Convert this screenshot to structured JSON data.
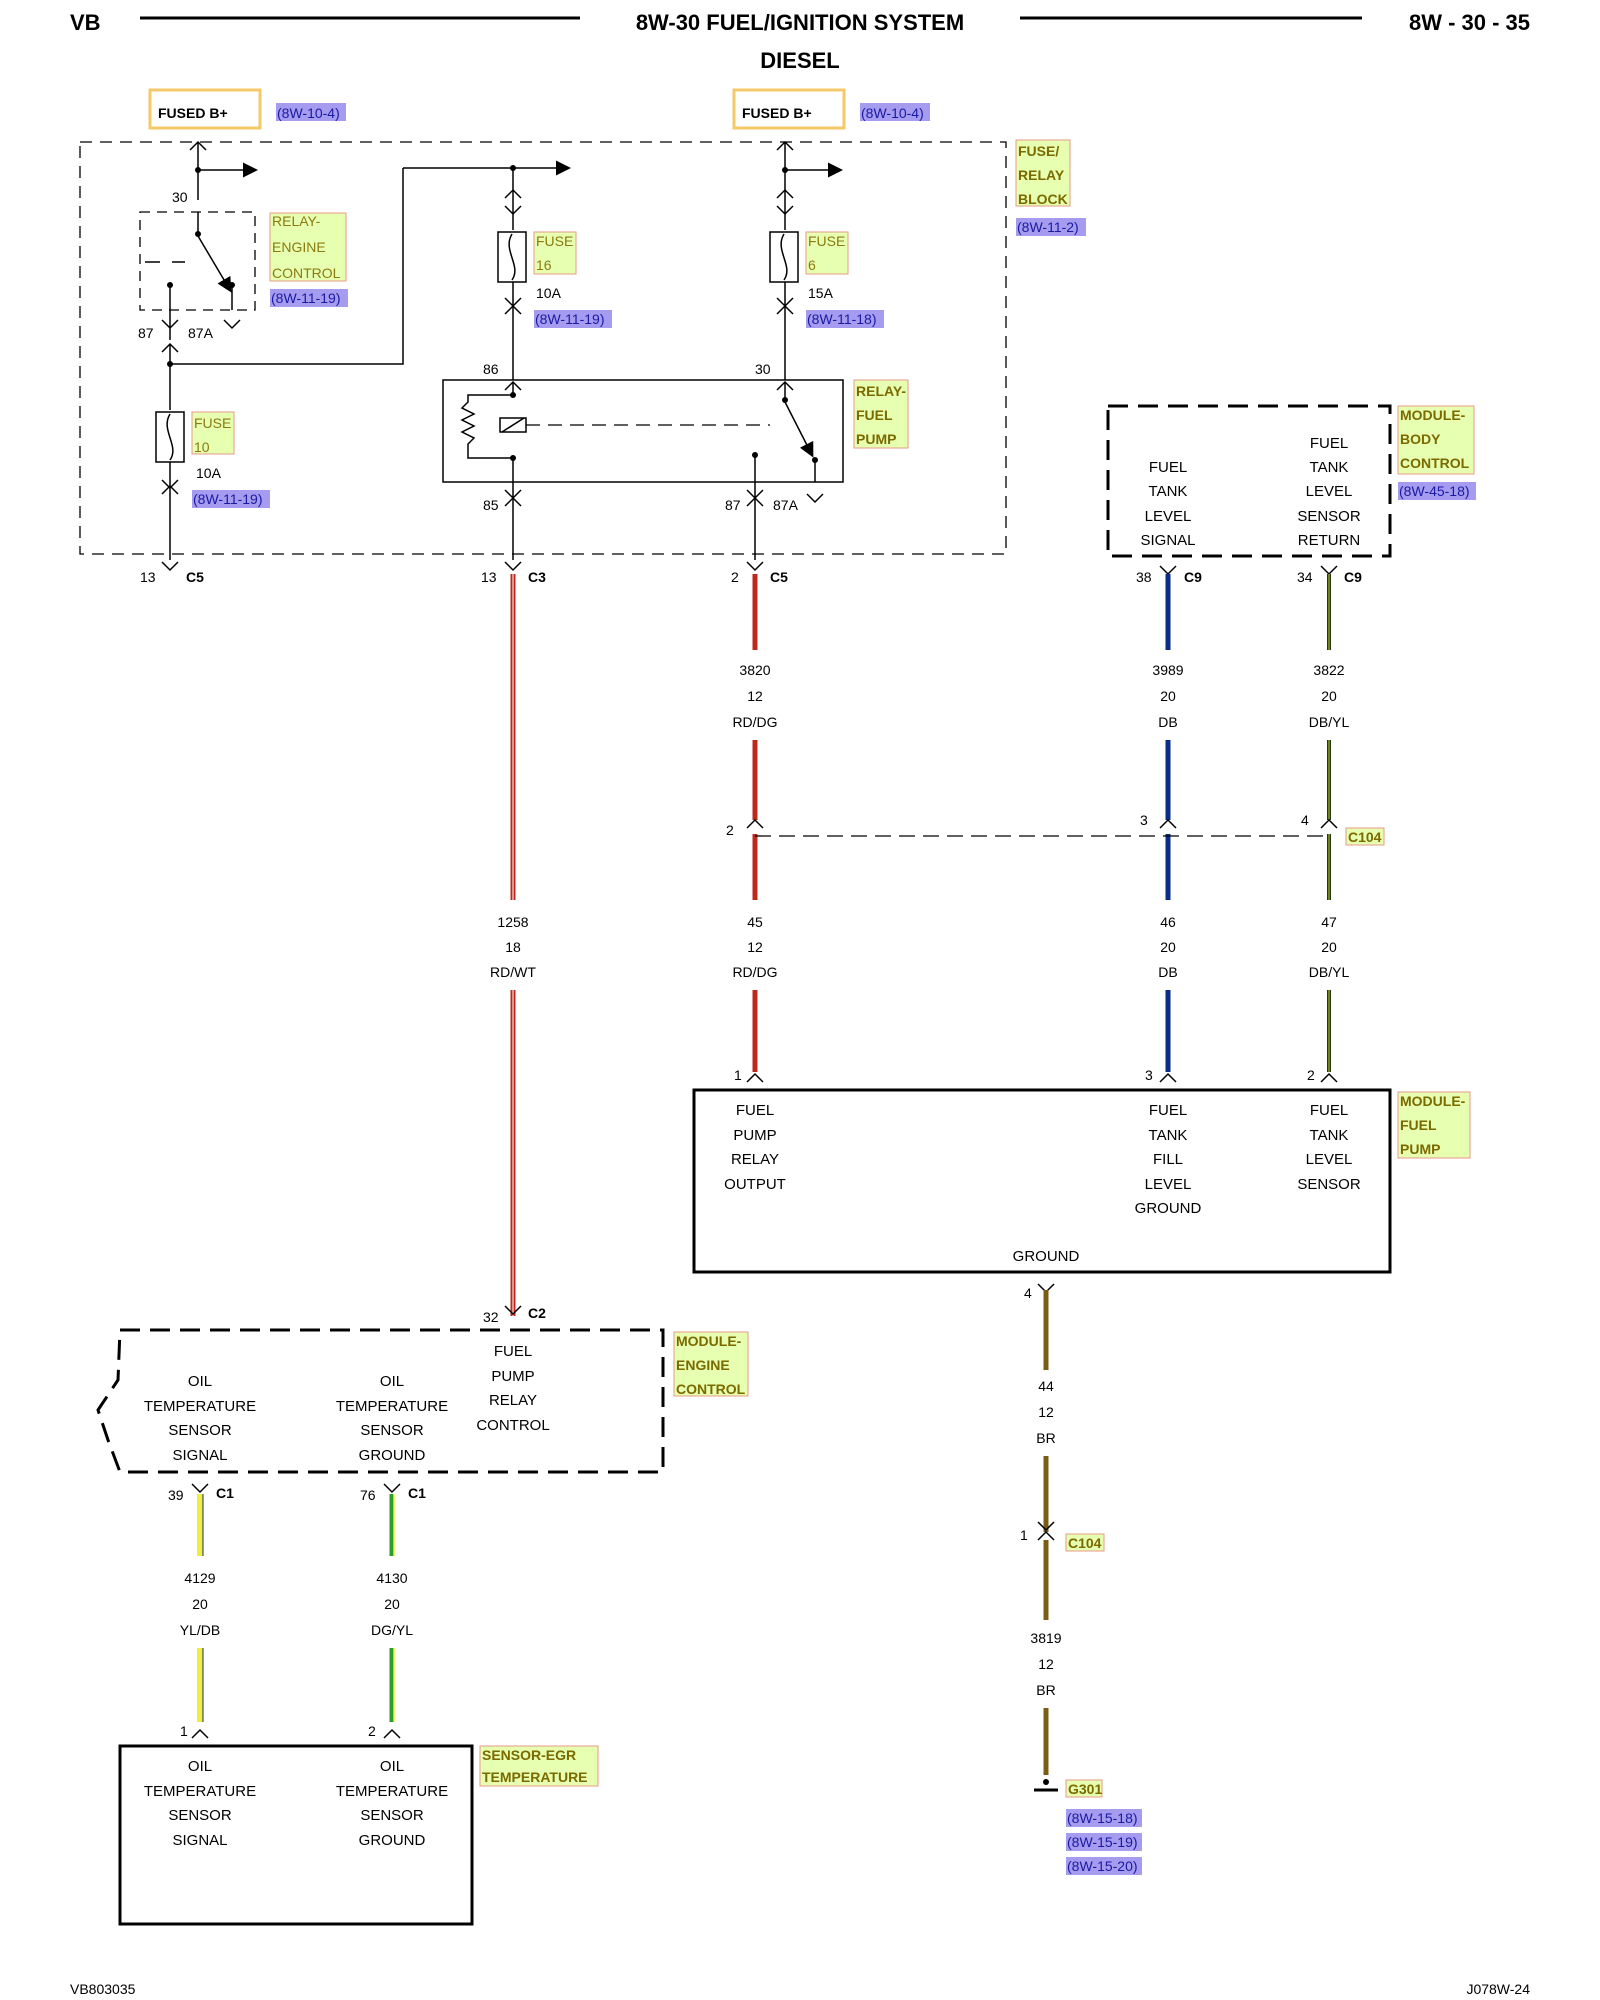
{
  "header": {
    "left": "VB",
    "title": "8W-30 FUEL/IGNITION SYSTEM",
    "subtitle": "DIESEL",
    "page": "8W - 30 - 35"
  },
  "footer": {
    "left": "VB803035",
    "right": "J078W-24"
  },
  "power": [
    {
      "label": "FUSED B+",
      "ref": "(8W-10-4)"
    },
    {
      "label": "FUSED B+",
      "ref": "(8W-10-4)"
    }
  ],
  "fuse_block": {
    "lines": [
      "FUSE/",
      "RELAY",
      "BLOCK"
    ],
    "ref": "(8W-11-2)"
  },
  "relay_engine": {
    "lines": [
      "RELAY-",
      "ENGINE",
      "CONTROL"
    ],
    "ref": "(8W-11-19)",
    "pin_top": "30",
    "pin_87": "87",
    "pin_87a": "87A"
  },
  "fuse10": {
    "lines": [
      "FUSE",
      "10"
    ],
    "amps": "10A",
    "ref": "(8W-11-19)"
  },
  "fuse16": {
    "lines": [
      "FUSE",
      "16"
    ],
    "amps": "10A",
    "ref": "(8W-11-19)"
  },
  "fuse6": {
    "lines": [
      "FUSE",
      "6"
    ],
    "amps": "15A",
    "ref": "(8W-11-18)"
  },
  "relay_fuel": {
    "lines": [
      "RELAY-",
      "FUEL",
      "PUMP"
    ],
    "pin_86": "86",
    "pin_30": "30",
    "pin_85": "85",
    "pin_87": "87",
    "pin_87a": "87A"
  },
  "connectors": {
    "c5_left": {
      "pin": "13",
      "name": "C5"
    },
    "c3": {
      "pin": "13",
      "name": "C3"
    },
    "c5_mid": {
      "pin": "2",
      "name": "C5"
    },
    "c9a": {
      "pin": "38",
      "name": "C9"
    },
    "c9b": {
      "pin": "34",
      "name": "C9"
    },
    "c104_pins": [
      "2",
      "3",
      "4"
    ],
    "c104": "C104",
    "c2": {
      "pin": "32",
      "name": "C2"
    },
    "c1a": {
      "pin": "39",
      "name": "C1"
    },
    "c1b": {
      "pin": "76",
      "name": "C1"
    },
    "mfp_pins": [
      "1",
      "3",
      "2"
    ],
    "gnd_pin": "4",
    "c104b_pin": "1",
    "egr_pins": [
      "1",
      "2"
    ]
  },
  "module_body": {
    "lines": [
      "MODULE-",
      "BODY",
      "CONTROL"
    ],
    "ref": "(8W-45-18)",
    "col1": [
      "FUEL",
      "TANK",
      "LEVEL",
      "SIGNAL"
    ],
    "col2": [
      "FUEL",
      "TANK",
      "LEVEL",
      "SENSOR",
      "RETURN"
    ]
  },
  "wires": {
    "w1258": [
      "1258",
      "18",
      "RD/WT"
    ],
    "w3820": [
      "3820",
      "12",
      "RD/DG"
    ],
    "w3989": [
      "3989",
      "20",
      "DB"
    ],
    "w3822": [
      "3822",
      "20",
      "DB/YL"
    ],
    "w45": [
      "45",
      "12",
      "RD/DG"
    ],
    "w46": [
      "46",
      "20",
      "DB"
    ],
    "w47": [
      "47",
      "20",
      "DB/YL"
    ],
    "w44": [
      "44",
      "12",
      "BR"
    ],
    "w3819": [
      "3819",
      "12",
      "BR"
    ],
    "w4129": [
      "4129",
      "20",
      "YL/DB"
    ],
    "w4130": [
      "4130",
      "20",
      "DG/YL"
    ]
  },
  "module_fuel_pump": {
    "lines": [
      "MODULE-",
      "FUEL",
      "PUMP"
    ],
    "col1": [
      "FUEL",
      "PUMP",
      "RELAY",
      "OUTPUT"
    ],
    "col2": [
      "FUEL",
      "TANK",
      "FILL",
      "LEVEL",
      "GROUND"
    ],
    "col3": [
      "FUEL",
      "TANK",
      "LEVEL",
      "SENSOR"
    ],
    "ground": "GROUND"
  },
  "module_engine": {
    "lines": [
      "MODULE-",
      "ENGINE",
      "CONTROL"
    ],
    "col1": [
      "OIL",
      "TEMPERATURE",
      "SENSOR",
      "SIGNAL"
    ],
    "col2": [
      "OIL",
      "TEMPERATURE",
      "SENSOR",
      "GROUND"
    ],
    "col3": [
      "FUEL",
      "PUMP",
      "RELAY",
      "CONTROL"
    ]
  },
  "sensor_egr": {
    "lines": [
      "SENSOR-EGR",
      "TEMPERATURE"
    ],
    "col1": [
      "OIL",
      "TEMPERATURE",
      "SENSOR",
      "SIGNAL"
    ],
    "col2": [
      "OIL",
      "TEMPERATURE",
      "SENSOR",
      "GROUND"
    ]
  },
  "ground": {
    "name": "G301",
    "refs": [
      "(8W-15-18)",
      "(8W-15-19)",
      "(8W-15-20)"
    ]
  },
  "colors": {
    "red": "#c0281e",
    "blue": "#0a2d8a",
    "darkgreen": "#1e3a12",
    "brown": "#7a5c14",
    "yellow": "#f2ef3c",
    "green": "#2aa02a",
    "labelbg": "#e6ffb0",
    "refbg": "#a59cf0"
  }
}
